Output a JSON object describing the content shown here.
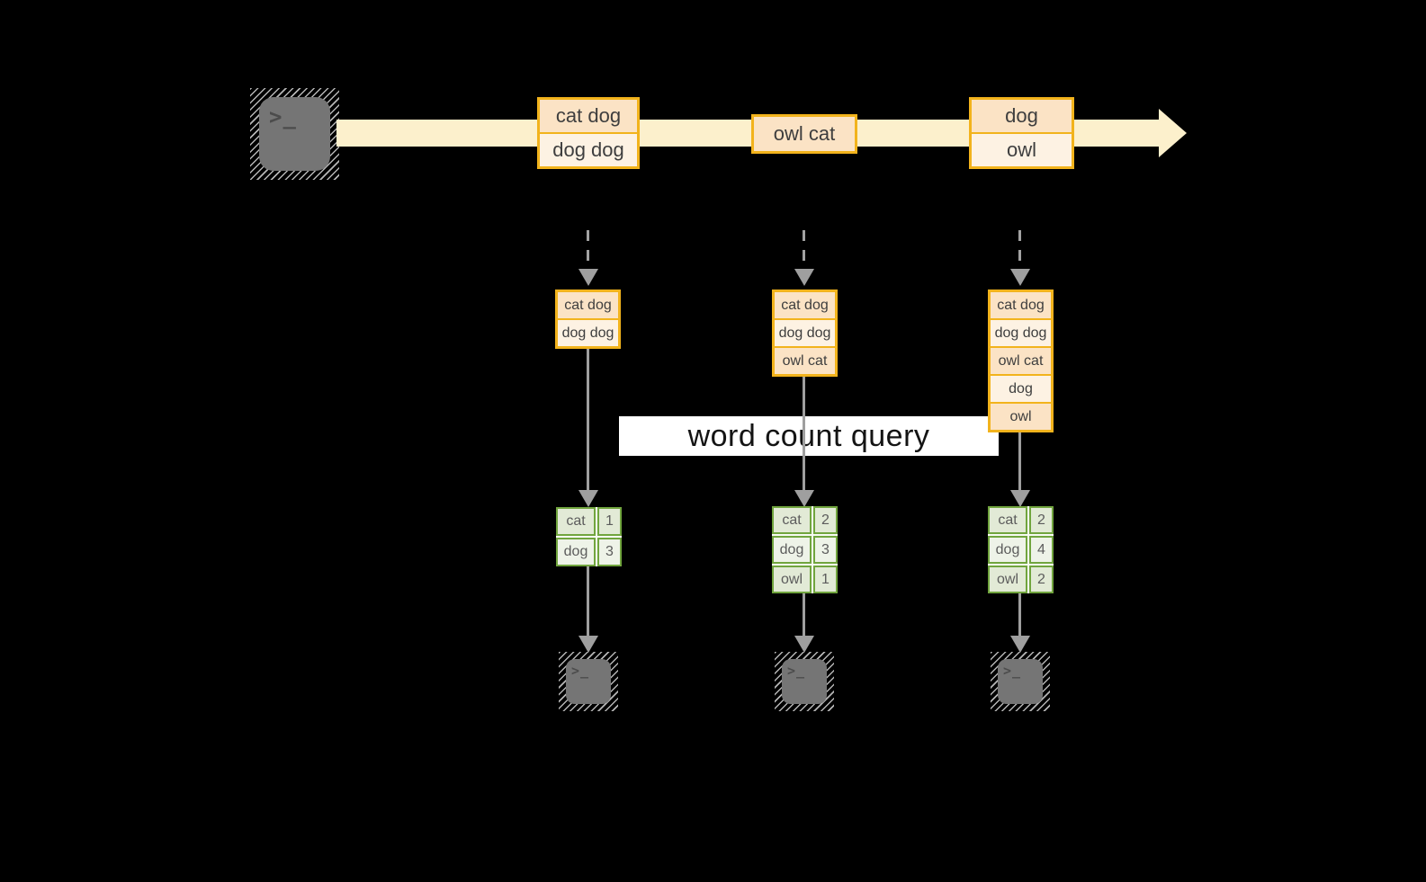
{
  "query_label": "word count query",
  "icons": {
    "source_icon": "terminal-icon",
    "sink_icon": "terminal-icon",
    "terminal_glyph": ">_"
  },
  "stream": {
    "batches": [
      {
        "items": [
          "cat dog",
          "dog dog"
        ]
      },
      {
        "items": [
          "owl cat"
        ]
      },
      {
        "items": [
          "dog",
          "owl"
        ]
      }
    ]
  },
  "columns": [
    {
      "state": [
        "cat dog",
        "dog dog"
      ],
      "counts": [
        {
          "word": "cat",
          "count": "1"
        },
        {
          "word": "dog",
          "count": "3"
        }
      ]
    },
    {
      "state": [
        "cat dog",
        "dog dog",
        "owl cat"
      ],
      "counts": [
        {
          "word": "cat",
          "count": "2"
        },
        {
          "word": "dog",
          "count": "3"
        },
        {
          "word": "owl",
          "count": "1"
        }
      ]
    },
    {
      "state": [
        "cat dog",
        "dog dog",
        "owl cat",
        "dog",
        "owl"
      ],
      "counts": [
        {
          "word": "cat",
          "count": "2"
        },
        {
          "word": "dog",
          "count": "4"
        },
        {
          "word": "owl",
          "count": "2"
        }
      ]
    }
  ],
  "colors": {
    "background": "#000000",
    "stream_band": "#fcf0cc",
    "orange_border": "#f2b31c",
    "orange_fill_dark": "#fbe3c5",
    "orange_fill_light": "#fdf2e3",
    "green_border": "#71a53e",
    "green_fill_dark": "#e2ead6",
    "green_fill_light": "#eef3e8",
    "arrow_gray": "#9f9f9f",
    "terminal_gray": "#757575",
    "query_label_bg": "#ffffff"
  }
}
